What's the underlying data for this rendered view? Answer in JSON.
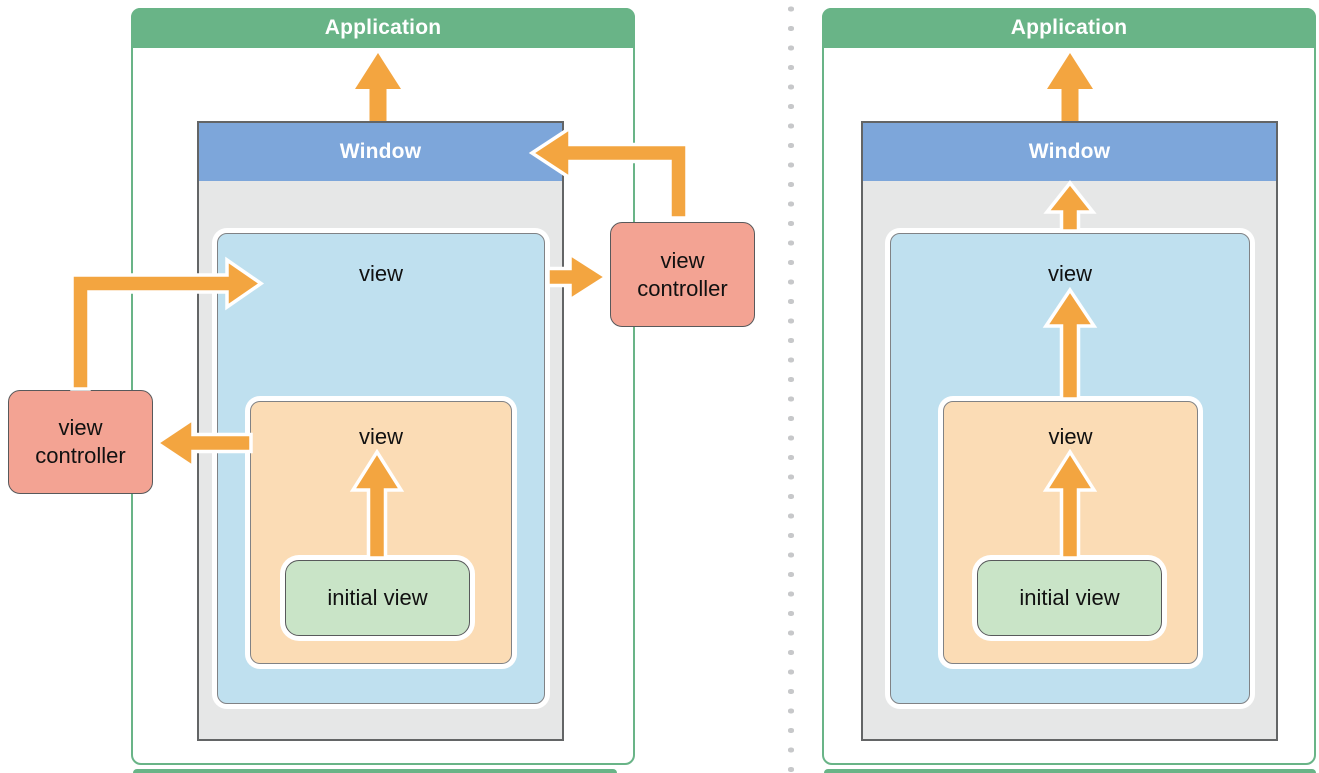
{
  "left_diagram": {
    "application": "Application",
    "window": "Window",
    "view": "view",
    "subview": "view",
    "initial_view": "initial view",
    "view_controller_left": "view controller",
    "view_controller_right": "view controller"
  },
  "right_diagram": {
    "application": "Application",
    "window": "Window",
    "view": "view",
    "subview": "view",
    "initial_view": "initial view"
  },
  "colors": {
    "application_green": "#69b487",
    "window_blue": "#7da6da",
    "window_gray": "#e6e7e7",
    "view_blue": "#bfe0ef",
    "view_orange": "#fbdcb5",
    "initial_view_green": "#c9e4c7",
    "controller_pink": "#f3a393",
    "arrow_orange": "#f3a540",
    "divider_gray": "#c7c8ca"
  }
}
